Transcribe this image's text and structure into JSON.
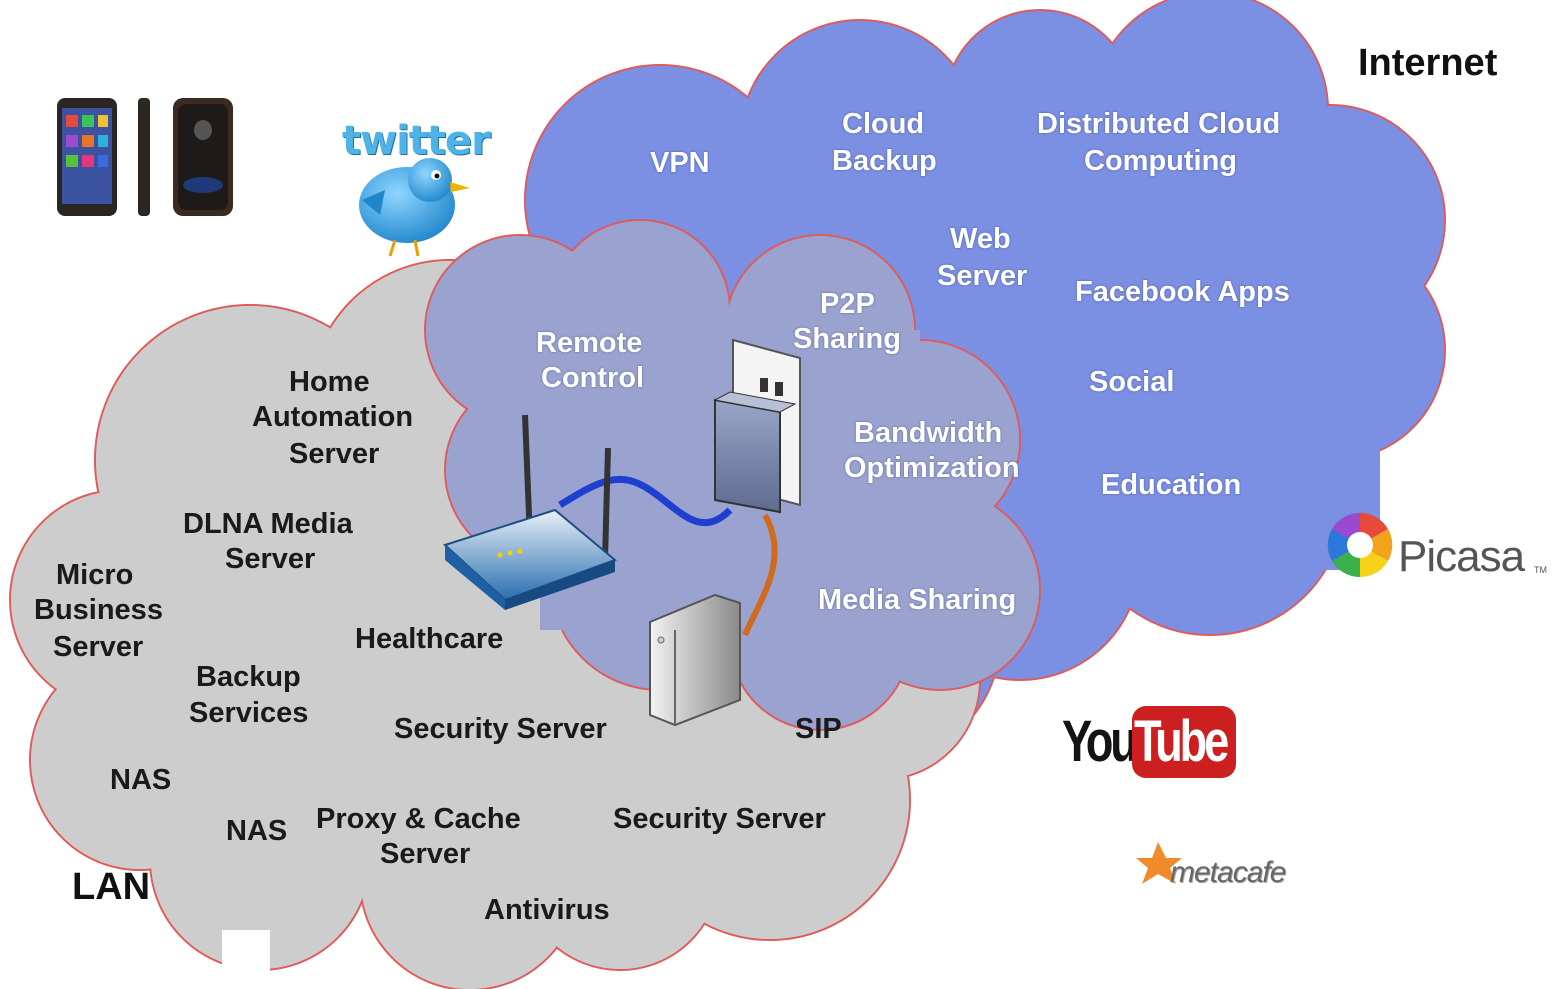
{
  "titles": {
    "internet": "Internet",
    "lan": "LAN"
  },
  "internet_cloud": {
    "vpn": "VPN",
    "cloud_backup_1": "Cloud",
    "cloud_backup_2": "Backup",
    "distributed_1": "Distributed Cloud",
    "distributed_2": "Computing",
    "web_server_1": "Web",
    "web_server_2": "Server",
    "facebook_apps": "Facebook Apps",
    "social": "Social",
    "education": "Education"
  },
  "overlap_cloud": {
    "remote_1": "Remote",
    "remote_2": "Control",
    "p2p_1": "P2P",
    "p2p_2": "Sharing",
    "bandwidth_1": "Bandwidth",
    "bandwidth_2": "Optimization",
    "media_sharing": "Media Sharing"
  },
  "lan_cloud": {
    "home_1": "Home",
    "home_2": "Automation",
    "home_3": "Server",
    "dlna_1": "DLNA Media",
    "dlna_2": "Server",
    "micro_1": "Micro",
    "micro_2": "Business",
    "micro_3": "Server",
    "healthcare": "Healthcare",
    "backup_1": "Backup",
    "backup_2": "Services",
    "security_server_a": "Security Server",
    "sip": "SIP",
    "nas_a": "NAS",
    "nas_b": "NAS",
    "proxy_1": "Proxy & Cache",
    "proxy_2": "Server",
    "security_server_b": "Security Server",
    "antivirus": "Antivirus"
  },
  "logos": {
    "twitter": "twitter",
    "youtube_you": "You",
    "youtube_tube": "Tube",
    "picasa": "Picasa",
    "picasa_tm": "TM",
    "metacafe": "metacafe"
  },
  "colors": {
    "internet_cloud_fill": "#7b8fe3",
    "lan_cloud_fill": "#cdcdcd",
    "overlap_fill": "#9aa3cf",
    "cloud_outline": "#e05a5a",
    "network_cable": "#1e3fd0",
    "ethernet_cable": "#d06a1c"
  }
}
